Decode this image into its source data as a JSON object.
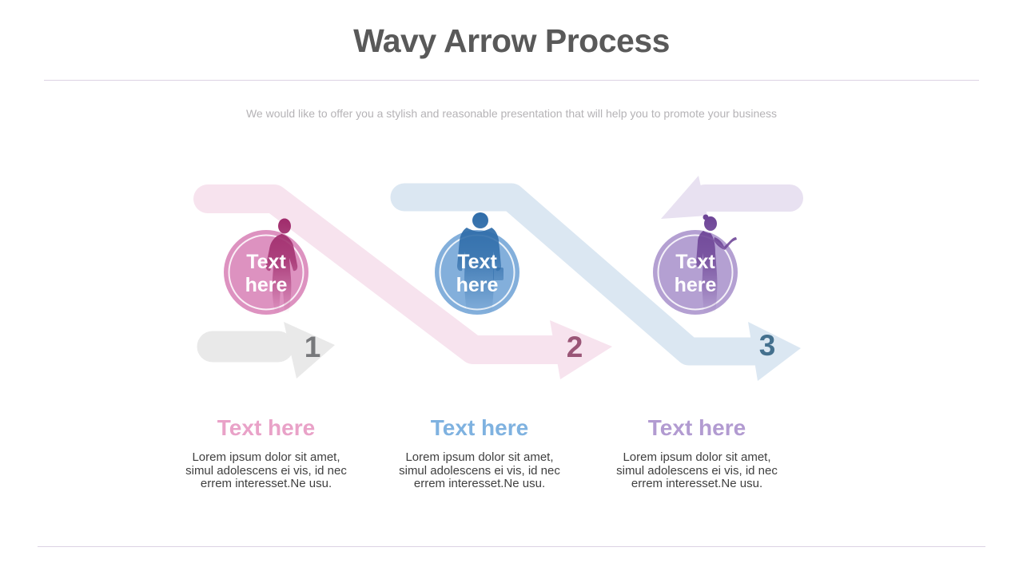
{
  "slide": {
    "title": "Wavy Arrow Process",
    "subtitle": "We would like to offer you a stylish and reasonable presentation that will help you to promote your business"
  },
  "palette": {
    "title": "#595959",
    "divider": "#dcd2e4",
    "subtitle": "#b5b3b6",
    "body-text": "#3f3f3f",
    "band-pink": "#f7e3ee",
    "band-blue": "#dbe7f2",
    "band-purple": "#e8e1f1",
    "band-gray": "#e9e9e9",
    "circle-pink": "#dd92c0",
    "circle-blue": "#83afdb",
    "circle-purple": "#b4a0d2",
    "silhouette-pink": "#a02c6c",
    "silhouette-blue": "#2e6ca9",
    "silhouette-purple": "#6d4496",
    "num-1": "#77787b",
    "num-2": "#9a5677",
    "num-3": "#44708e",
    "head-1": "#e9a2c8",
    "head-2": "#7fb2e0",
    "head-3": "#b29bd1"
  },
  "steps": [
    {
      "number": "1",
      "circle_line1": "Text",
      "circle_line2": "here",
      "heading": "Text here",
      "body": "Lorem ipsum dolor sit amet,\nsimul adolescens ei vis, id nec\nerrem interesset.Ne usu."
    },
    {
      "number": "2",
      "circle_line1": "Text",
      "circle_line2": "here",
      "heading": "Text here",
      "body": "Lorem ipsum dolor sit amet,\nsimul adolescens ei vis, id nec\nerrem interesset.Ne usu."
    },
    {
      "number": "3",
      "circle_line1": "Text",
      "circle_line2": "here",
      "heading": "Text here",
      "body": "Lorem ipsum dolor sit amet,\nsimul adolescens ei vis, id nec\nerrem interesset.Ne usu."
    }
  ]
}
